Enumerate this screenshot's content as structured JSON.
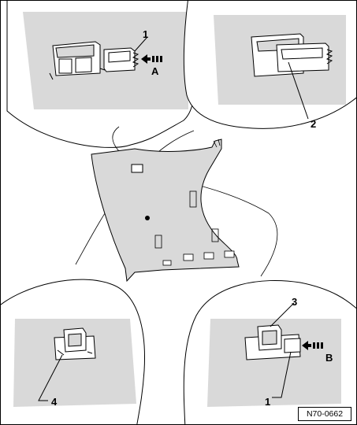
{
  "figure": {
    "reference_code": "N70-0662",
    "callouts": {
      "item_1_top": "1",
      "view_a": "A",
      "item_2": "2",
      "item_3": "3",
      "view_b": "B",
      "item_1_bottom": "1",
      "item_4": "4"
    },
    "colors": {
      "panel_fill": "#d9d9d9",
      "line": "#000000",
      "background": "#ffffff"
    }
  }
}
